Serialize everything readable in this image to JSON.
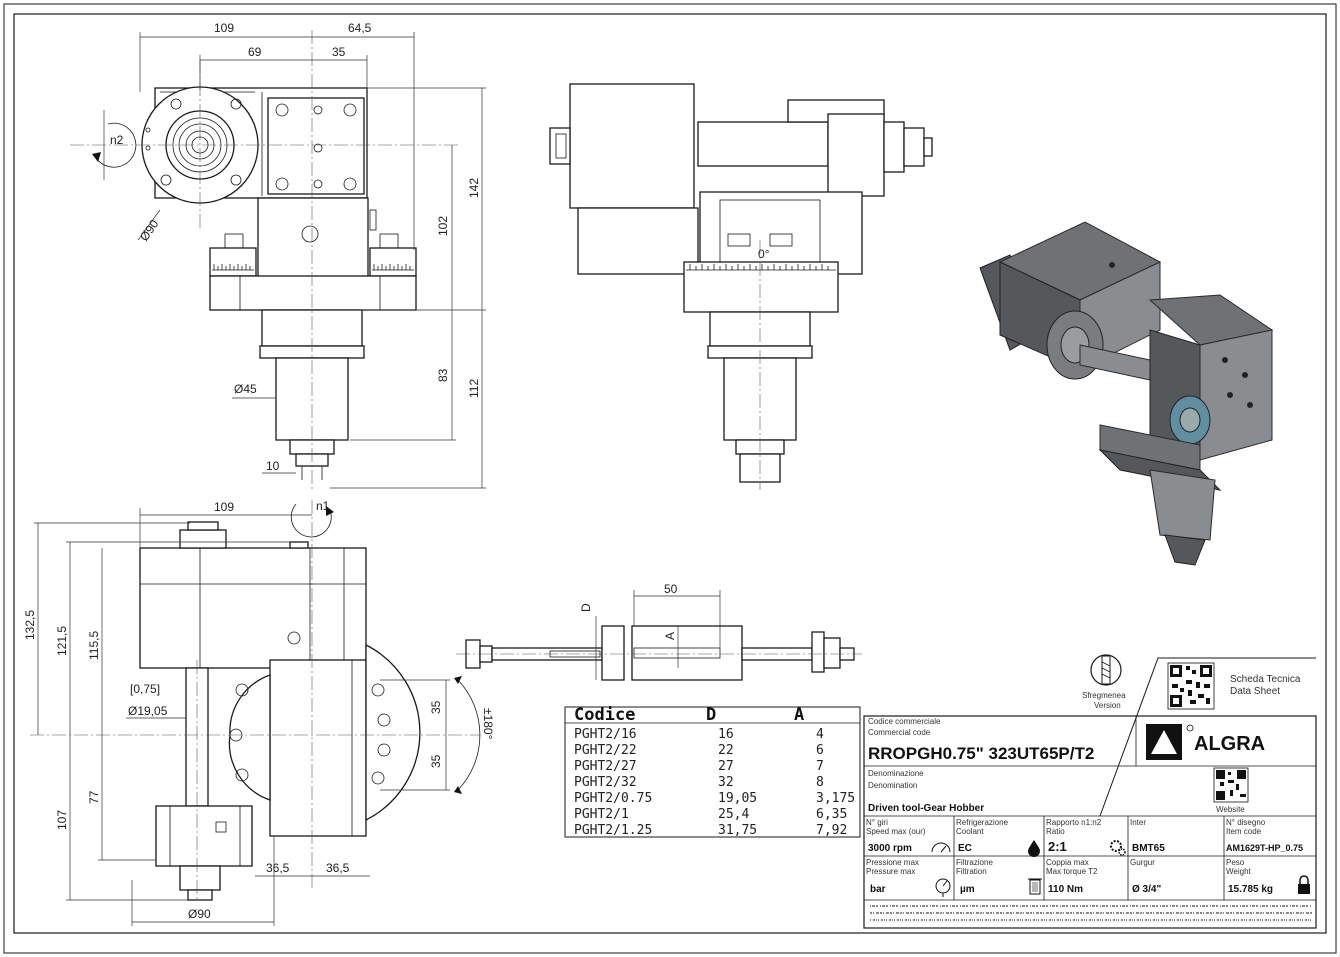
{
  "dimensions": {
    "top_view": {
      "w109": "109",
      "w64_5": "64,5",
      "w69": "69",
      "w35": "35",
      "h142": "142",
      "h102": "102",
      "h83": "83",
      "h112": "112",
      "d45": "Ø45",
      "w10": "10",
      "d90": "Ø90",
      "n2": "n2"
    },
    "side_view": {
      "deg0": "0°"
    },
    "front_view": {
      "w109": "109",
      "n1": "n1",
      "h132_5": "132,5",
      "h121_5": "121,5",
      "h115_5": "115,5",
      "tol075": "[0,75]",
      "d19_05": "Ø19,05",
      "h77": "77",
      "h107": "107",
      "w36_5a": "36,5",
      "w36_5b": "36,5",
      "d90": "Ø90",
      "h35a": "35",
      "h35b": "35",
      "rot180": "±180°"
    },
    "arbor": {
      "w50": "50",
      "D": "D",
      "A": "A"
    }
  },
  "codes_table": {
    "headers": [
      "Codice",
      "D",
      "A"
    ],
    "rows": [
      [
        "PGHT2/16",
        "16",
        "4"
      ],
      [
        "PGHT2/22",
        "22",
        "6"
      ],
      [
        "PGHT2/27",
        "27",
        "7"
      ],
      [
        "PGHT2/32",
        "32",
        "8"
      ],
      [
        "PGHT2/0.75",
        "19,05",
        "3,175"
      ],
      [
        "PGHT2/1",
        "25,4",
        "6,35"
      ],
      [
        "PGHT2/1.25",
        "31,75",
        "7,92"
      ]
    ]
  },
  "title_block": {
    "sheet_it": "Scheda Tecnica",
    "sheet_en": "Data Sheet",
    "website": "Website",
    "unscrew_it": "Sfregmenea",
    "unscrew_en": "Version",
    "brand": "ALGRA",
    "commercial_code_it": "Codice commerciale",
    "commercial_code_en": "Commercial code",
    "commercial_code": "RROPGH0.75\" 323UT65P/T2",
    "denomination_it": "Denominazione",
    "denomination_en": "Denomination",
    "denomination": "Driven tool-Gear Hobber",
    "fields_row1": [
      {
        "label_it": "N° giri",
        "label_en": "Speed max (our)",
        "value": "3000 rpm"
      },
      {
        "label_it": "Refrigerazione",
        "label_en": "Coolant",
        "value": "EC"
      },
      {
        "label_it": "Rapporto n1:n2",
        "label_en": "Ratio",
        "value": "2:1"
      },
      {
        "label_it": "Inter",
        "label_en": "",
        "value": "BMT65"
      },
      {
        "label_it": "N° disegno",
        "label_en": "Item code",
        "value": "AM1629T-HP_0.75"
      }
    ],
    "fields_row2": [
      {
        "label_it": "Pressione max",
        "label_en": "Pressure max",
        "value": "bar"
      },
      {
        "label_it": "Filtrazione",
        "label_en": "Filtration",
        "value": "µm"
      },
      {
        "label_it": "Coppia max",
        "label_en": "Max torque T2",
        "value": "110 Nm"
      },
      {
        "label_it": "Gurgur",
        "label_en": "",
        "value": "Ø 3/4\""
      },
      {
        "label_it": "Peso",
        "label_en": "Weight",
        "value": "15.785 kg"
      }
    ]
  },
  "colors": {
    "line": "#1a1a1a",
    "shade_dark": "#55585b",
    "shade_mid": "#6f7274",
    "shade_light": "#8a8d90"
  },
  "icons": [
    "rotation-arrow-icon",
    "unscrew-icon",
    "qr-code-icon",
    "algra-logo-icon",
    "lock-icon",
    "water-drop-icon",
    "gear-icon",
    "gauge-icon",
    "bin-icon"
  ]
}
